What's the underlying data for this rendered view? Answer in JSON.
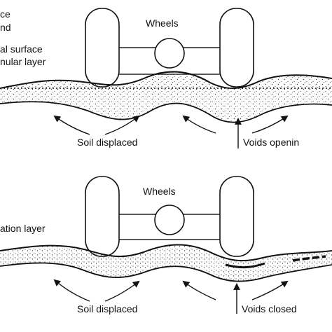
{
  "top": {
    "left_labels": [
      "ce",
      "nd",
      "al surface",
      "nular layer"
    ],
    "wheels_label": "Wheels",
    "soil_label": "Soil displaced",
    "voids_label": "Voids openin"
  },
  "bottom": {
    "left_labels": [
      "ation layer"
    ],
    "wheels_label": "Wheels",
    "soil_label": "Soil displaced",
    "voids_label": "Voids closed"
  },
  "colors": {
    "ink": "#111111",
    "paper": "#ffffff",
    "speckle": "#444444"
  }
}
